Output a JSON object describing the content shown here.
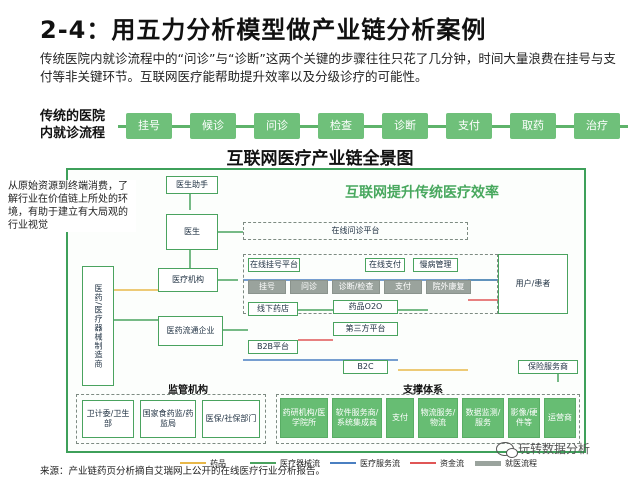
{
  "title": "2-4：用五力分析模型做产业链分析案例",
  "intro": "传统医院内就诊流程中的“问诊”与“诊断”这两个关键的步骤往往只花了几分钟，时间大量浪费在挂号与支付等非关键环节。互联网医疗能帮助提升效率以及分级诊疗的可能性。",
  "flow": {
    "label_line1": "传统的医院",
    "label_line2": "内就诊流程",
    "steps": [
      "挂号",
      "候诊",
      "问诊",
      "检查",
      "诊断",
      "支付",
      "取药",
      "治疗"
    ]
  },
  "diagram_title": "互联网医疗产业链全景图",
  "note": "从原始资源到终端消费，了解行业在价值链上所处的环境，有助于建立有大局观的行业视觉",
  "green_title": "互联网提升传统医疗效率",
  "diagram": {
    "yisheng_zhushou": "医生助手",
    "yisheng": "医生",
    "zaixian_wenzhen": "在线问诊平台",
    "yiyao": "医药/医疗器械制造商",
    "yiliao_jigou": "医疗机构",
    "zaixian_guahao": "在线挂号平台",
    "zaixian_zhifu": "在线支付",
    "manbing_guanli": "慢病管理",
    "row_steps": [
      "挂号",
      "问诊",
      "诊断/检查",
      "支付",
      "院外康复"
    ],
    "yonghu": "用户/患者",
    "xianxia_yaodian": "线下药店",
    "yaopin_o2o": "药品O2O",
    "yiyao_liutong": "医药流通企业",
    "disanfang": "第三方平台",
    "b2b": "B2B平台",
    "b2c": "B2C",
    "baoxian": "保险服务商",
    "jianguan_title": "监管机构",
    "jianguan_items": [
      "卫计委/卫生部",
      "国家食药监/药监局",
      "医保/社保部门"
    ],
    "zhicheng_title": "支撑体系",
    "zhicheng_items": [
      "药研机构/医学院所",
      "软件服务商/系统集成商",
      "支付",
      "物流服务/物流",
      "数据监测/服务",
      "影像/硬件等",
      "运营商"
    ]
  },
  "legend": [
    {
      "label": "药品",
      "color": "#e8b84a"
    },
    {
      "label": "医疗器械流",
      "color": "#4aa35f"
    },
    {
      "label": "医疗服务流",
      "color": "#4a7fc1"
    },
    {
      "label": "资金流",
      "color": "#e05656"
    },
    {
      "label": "就医流程",
      "color": "#9aa39d"
    }
  ],
  "source": "来源：产业链药页分析摘自艾瑞网上公开的在线医疗行业分析报告。",
  "watermark": "玩转数据分析"
}
